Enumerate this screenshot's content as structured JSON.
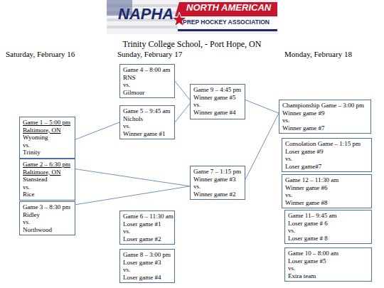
{
  "diagram": {
    "title": "Trinity College School, - Port Hope, ON",
    "nodes": [
      {
        "text": [
          "Game 1 – 5:00 pm",
          "Baltimore, ON",
          "Wyoming",
          "vs.",
          "Trinity"
        ]
      },
      {
        "text": [
          "Game 2 – 6:30 pm",
          "Baltimore, ON",
          "Stanstead",
          "vs.",
          "Rice"
        ]
      },
      {
        "text": [
          "Game 3 – 8:30 pm",
          "Ridley",
          "vs.",
          "Northwood"
        ]
      },
      {
        "text": [
          "Game 4 – 8:00 am",
          "RNS",
          "vs.",
          "Gilmour"
        ]
      },
      {
        "text": [
          "Game 5 – 9:45 am",
          "Nichols",
          "vs.",
          "Winner game #1"
        ]
      },
      {
        "text": [
          "Game 6 – 11:30 am",
          "Loser game #1",
          "vs.",
          "Loser game #2"
        ]
      },
      {
        "text": [
          "Game 8 – 3:00 pm",
          "Loser game #3",
          "vs.",
          "Loser game #4"
        ]
      },
      {
        "text": [
          "Game 9 – 4:45 pm",
          "Winner game #5",
          "vs.",
          "Winner game #4"
        ]
      },
      {
        "text": [
          "Game 7 – 1:15 pm",
          "Winner game #3",
          "vs.",
          "Winner game #2"
        ]
      },
      {
        "text": [
          "Championship Game – 3:00 pm",
          "Winner game #9",
          "vs.",
          "Winner game #7"
        ]
      },
      {
        "text": [
          "Consolation Game – 1:15 pm",
          "Loser game #9",
          "vs.",
          "Loser game#7"
        ]
      },
      {
        "text": [
          "Game 12 – 11:30 am",
          "Winner game #6",
          "vs.",
          "Winner game #8"
        ]
      },
      {
        "text": [
          "Game 11– 9:45 am",
          "Loser game # 6",
          "vs.",
          "Loser game # 8"
        ]
      },
      {
        "text": [
          "Game 10 – 8:00 am",
          "Loser game #5",
          "vs.",
          "Extra team"
        ]
      }
    ],
    "edges": [
      {
        "from": 0,
        "to": 4,
        "arrow": "none"
      },
      {
        "from": 3,
        "to": 7,
        "arrow": "none"
      },
      {
        "from": 4,
        "to": 7,
        "arrow": "none"
      },
      {
        "from": 1,
        "to": 8,
        "arrow": "none"
      },
      {
        "from": 2,
        "to": 8,
        "arrow": "none"
      },
      {
        "from": 7,
        "to": 9,
        "arrow": "none"
      },
      {
        "from": 8,
        "to": 9,
        "arrow": "none"
      }
    ],
    "labels": [
      "NAPHA",
      "NORTH AMERICAN",
      "PREP HOCKEY ASSOCIATION",
      "Saturday, February 16",
      "Sunday, February 17",
      "Monday, February 18"
    ]
  }
}
